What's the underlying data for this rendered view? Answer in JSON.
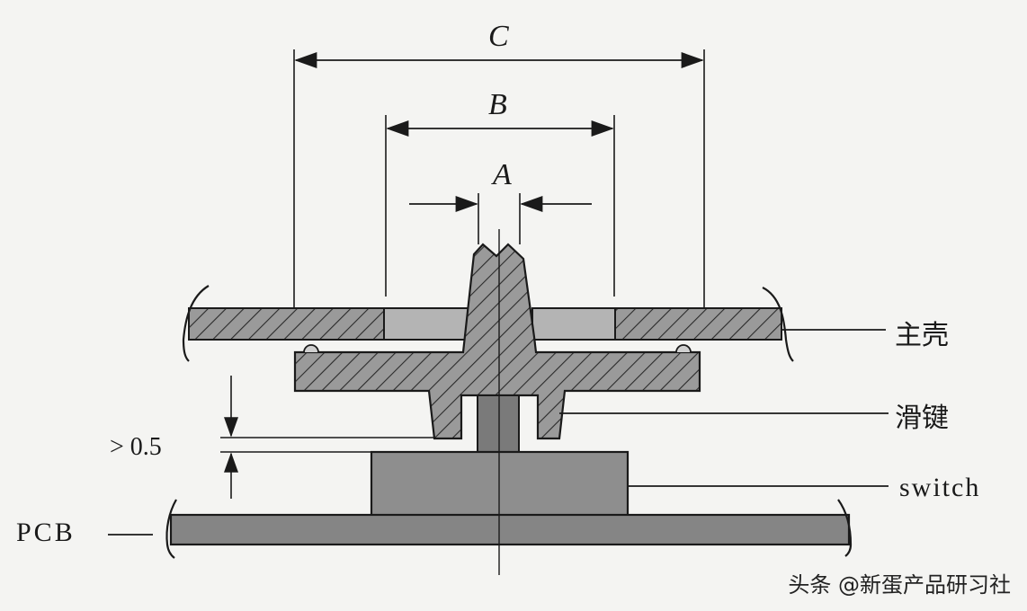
{
  "labels": {
    "dim_c": "C",
    "dim_b": "B",
    "dim_a": "A",
    "main_housing": "主壳",
    "slide_key": "滑键",
    "switch": "switch",
    "pcb": "PCB",
    "gap": "> 0.5"
  },
  "watermark": "头条 @新蛋产品研习社"
}
